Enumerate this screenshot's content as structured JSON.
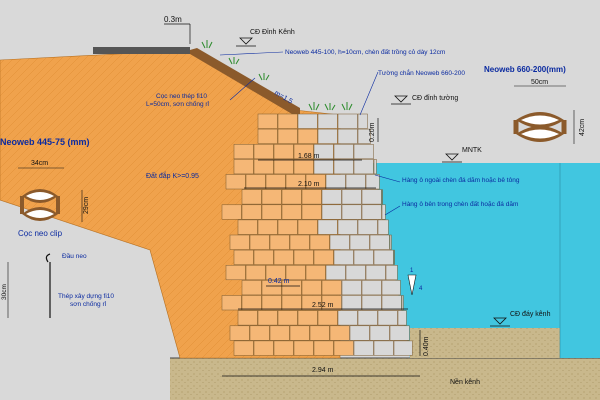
{
  "colors": {
    "background": "#d9d9d9",
    "fill_soil": "#f0a24c",
    "ground": "#c9b88c",
    "water": "#41c6e0",
    "block_front": "#f5b776",
    "block_back": "#d8d8d8",
    "label_blue": "#0a2aa0",
    "label_green": "#0a6a18",
    "mortar": "#7a5a30"
  },
  "labels": {
    "top_width": "0.3m",
    "cd_dinh_kenh": "CĐ Đỉnh Kênh",
    "neoweb_top": "Neoweb 445-100, h=10cm, chèn đất trồng cỏ dày 12cm",
    "tuong_chan": "Tường chắn Neoweb 660-200",
    "coc_neo_line1": "Cọc neo thép fi10",
    "coc_neo_line2": "L=50cm, sơn chống rỉ",
    "slope": "m=1.5",
    "cd_dinh_tuong": "CĐ đỉnh tường",
    "dim_020": "0.20m",
    "mntk": "MNTK",
    "dim_168": "1.68 m",
    "dim_210": "2.10 m",
    "hang_ngoai": "Hàng ô ngoài chèn đá dăm hoặc bê tông",
    "hang_trong": "Hàng ô bên trong chèn đất hoặc đá dăm",
    "dat_dap": "Đất đắp K>=0.95",
    "dim_042": "0.42 m",
    "dim_252": "2.52 m",
    "dim_294": "2.94 m",
    "dim_040": "0.40m",
    "cd_day_kenh": "CĐ đáy kênh",
    "nen_kenh": "Nền kênh",
    "ratio_1": "1",
    "ratio_4": "4"
  },
  "left_panel": {
    "title": "Neoweb 445-75 (mm)",
    "width": "34cm",
    "height": "29cm",
    "clip_title": "Cọc neo clip",
    "dau_neo": "Đầu neo",
    "thep_line1": "Thép xây dựng fi10",
    "thep_line2": "sơn chống rỉ",
    "clip_length": "30cm"
  },
  "right_panel": {
    "title": "Neoweb 660-200(mm)",
    "width": "50cm",
    "height": "42cm"
  }
}
